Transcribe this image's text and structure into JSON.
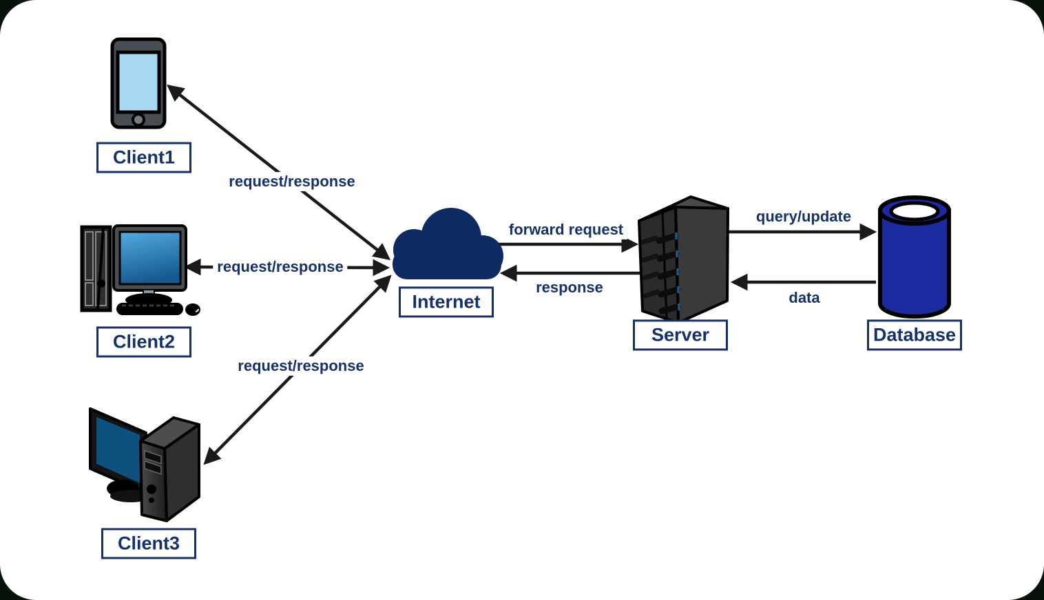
{
  "nodes": [
    {
      "id": "client1",
      "label": "Client1",
      "icon": "smartphone-icon"
    },
    {
      "id": "client2",
      "label": "Client2",
      "icon": "desktop-computer-icon"
    },
    {
      "id": "client3",
      "label": "Client3",
      "icon": "workstation-icon"
    },
    {
      "id": "internet",
      "label": "Internet",
      "icon": "cloud-icon"
    },
    {
      "id": "server",
      "label": "Server",
      "icon": "server-tower-icon"
    },
    {
      "id": "database",
      "label": "Database",
      "icon": "database-cylinder-icon"
    }
  ],
  "edges": [
    {
      "from": "Client1",
      "to": "Internet",
      "label": "request/response",
      "direction": "bidirectional"
    },
    {
      "from": "Client2",
      "to": "Internet",
      "label": "request/response",
      "direction": "bidirectional"
    },
    {
      "from": "Client3",
      "to": "Internet",
      "label": "request/response",
      "direction": "bidirectional"
    },
    {
      "from": "Internet",
      "to": "Server",
      "label": "forward request",
      "direction": "one-way"
    },
    {
      "from": "Server",
      "to": "Internet",
      "label": "response",
      "direction": "one-way"
    },
    {
      "from": "Server",
      "to": "Database",
      "label": "query/update",
      "direction": "one-way"
    },
    {
      "from": "Database",
      "to": "Server",
      "label": "data",
      "direction": "one-way"
    }
  ],
  "colors": {
    "navy_text": "#15316b",
    "cloud_navy": "#0e2a63",
    "database_blue": "#1b2b9f",
    "arrow_black": "#1a1a1a",
    "surface_white": "#ffffff",
    "backdrop_dark": "#051109",
    "phone_screen_blue": "#a7d9f4",
    "client3_screen_blue": "#0f517e"
  }
}
